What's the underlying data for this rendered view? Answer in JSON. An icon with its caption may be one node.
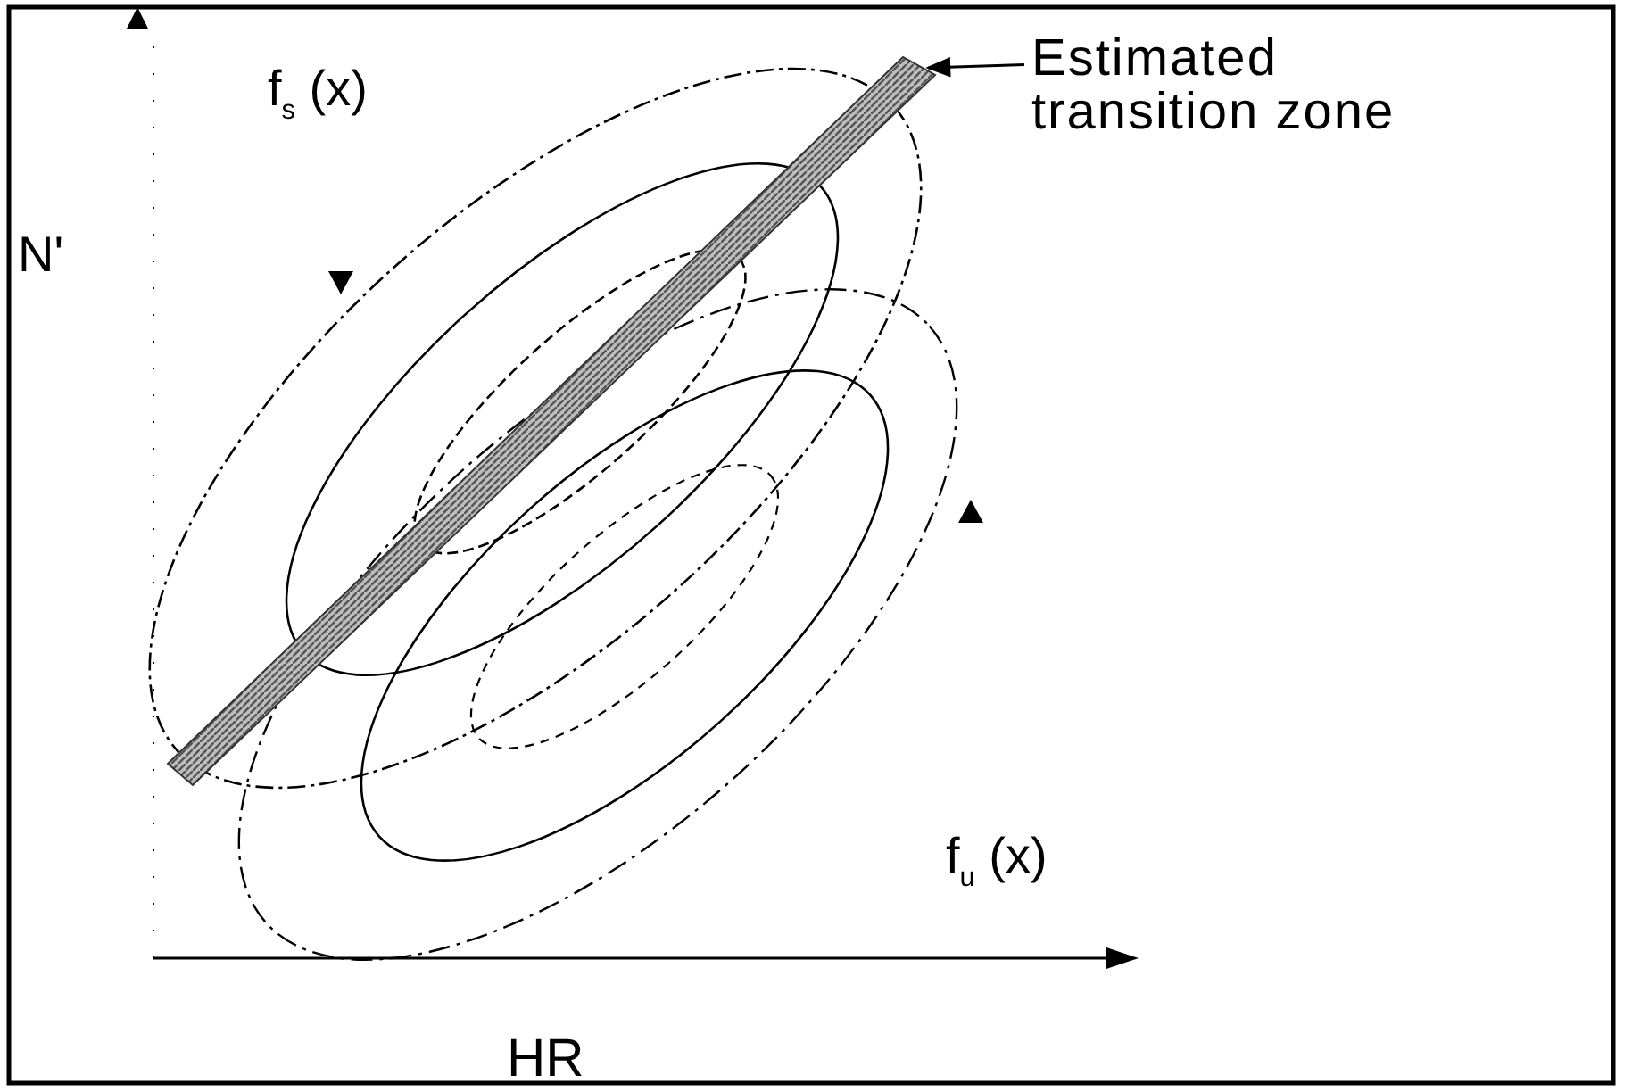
{
  "diagram": {
    "nodes": [
      {
        "text": [
          "Estimated transition zone"
        ]
      },
      {
        "text": [],
        "shape": "bar"
      }
    ],
    "edges": [
      {
        "from": 0,
        "to": 1,
        "arrow": "to"
      }
    ],
    "labels": [
      "f$_{s}$ (x)",
      "N'",
      "f$_{u}$ (x)",
      "HR"
    ]
  }
}
